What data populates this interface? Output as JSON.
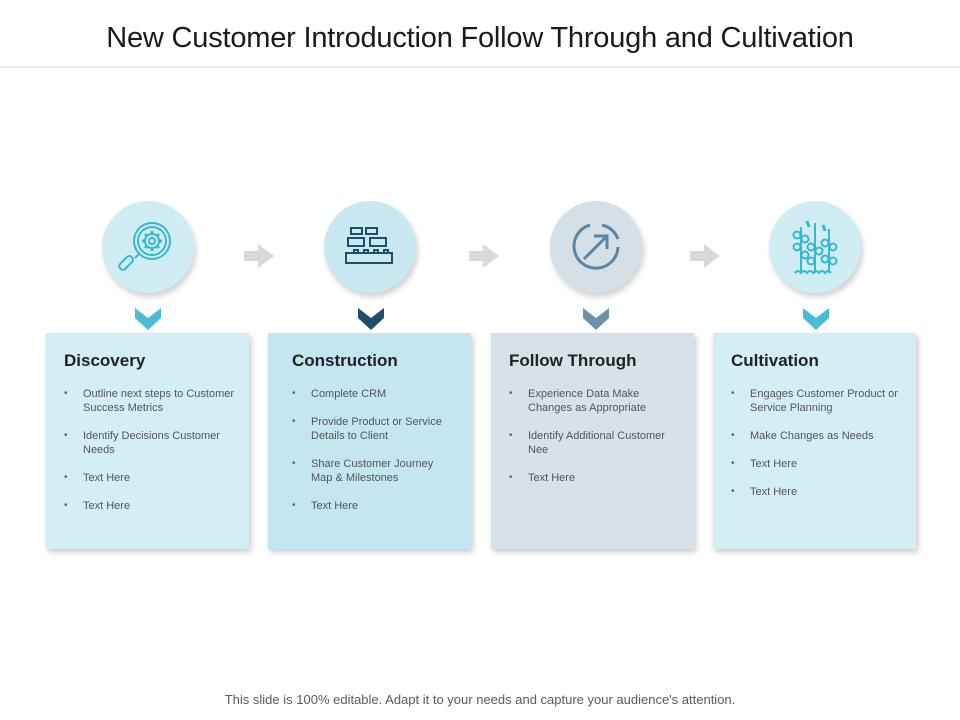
{
  "title": "New Customer Introduction Follow Through and Cultivation",
  "footer": "This slide is 100% editable. Adapt it to your needs and capture your audience's attention.",
  "colors": {
    "card_1": "#d3eef5",
    "card_2": "#c3e6f1",
    "card_3": "#d6e1e8",
    "card_4": "#d3eef5",
    "circle_1": "#d0edf4",
    "circle_2": "#c8e8f2",
    "circle_3": "#d4dfe6",
    "circle_4": "#d0edf4",
    "chevron_1": "#4bbcd6",
    "chevron_2": "#1f4e6b",
    "chevron_3": "#6d93ab",
    "chevron_4": "#4bbcd6",
    "icon_stroke": "#38b7cf",
    "arrow": "#d9d9d9"
  },
  "stages": [
    {
      "heading": "Discovery",
      "icon": "magnifier-gear-icon",
      "bullets": [
        "Outline next steps to Customer Success Metrics",
        "Identify Decisions Customer Needs",
        "Text Here",
        "Text Here"
      ]
    },
    {
      "heading": "Construction",
      "icon": "bricks-icon",
      "bullets": [
        "Complete CRM",
        "Provide Product or Service Details to Client",
        "Share Customer Journey Map & Milestones",
        "Text Here"
      ]
    },
    {
      "heading": "Follow Through",
      "icon": "arrow-up-right-circle-icon",
      "bullets": [
        "Experience Data Make Changes as Appropriate",
        "Identify Additional Customer Nee",
        "Text Here"
      ]
    },
    {
      "heading": "Cultivation",
      "icon": "plant-sprouts-icon",
      "bullets": [
        "Engages Customer Product or Service Planning",
        "Make Changes as Needs",
        "Text Here",
        "Text Here"
      ]
    }
  ]
}
